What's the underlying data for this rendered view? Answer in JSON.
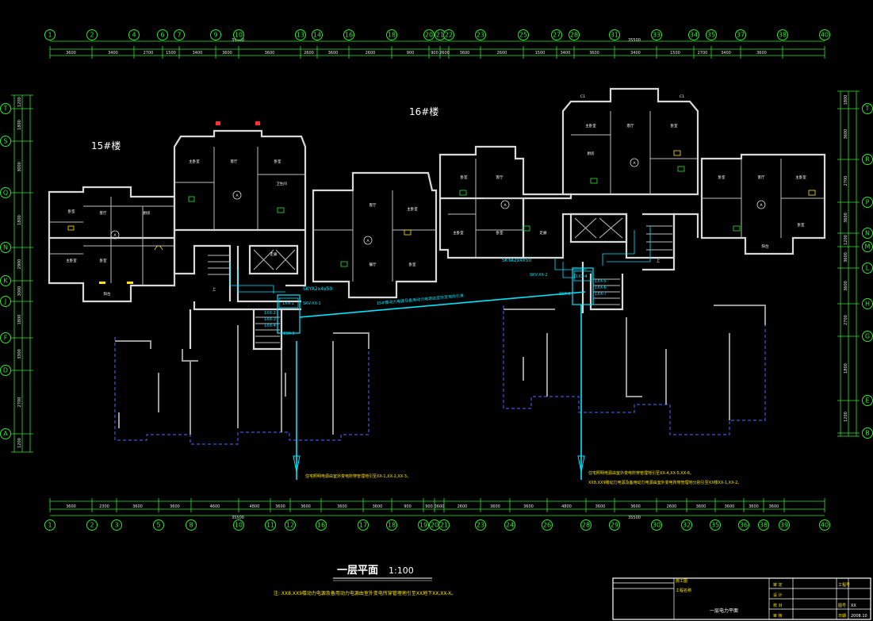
{
  "labels": {
    "bldg15": "15#楼",
    "bldg16": "16#楼",
    "main_title": "一层平面",
    "scale": "1:100",
    "note": "注: XX8,XX9楼动力电源及备用动力电源由室外变电所穿管埋地引至XX地下XX,XX-X。",
    "feeder_15": "15#楼动力电源及备用动力电源由室外变电所引来",
    "feeder_15_left": "住宅照明电源由室外变电所穿管埋地引至XX-1,XX-2,XX-3。",
    "feeder_16_a": "住宅照明电源由室外变电所穿管埋地引至XX-4,XX-5,XX-6。",
    "feeder_16_b": "XX8,XX9楼动力电源及备用动力电源由室外变电所穿管埋地分别引至XX楼XX-1,XX-2。",
    "total_dim_top_1": "35500",
    "total_dim_top_2": "35500",
    "total_dim_bot_1": "35500",
    "total_dim_bot_2": "35500",
    "cable_15": "SKYA2x4x50",
    "cable_16": "SKYA2x4x50",
    "box_15": [
      "1XX-1",
      "1XX-2",
      "1XX-3",
      "1XX-4"
    ],
    "box_16": [
      "1XX-4",
      "1XX-5",
      "1XX-6",
      "1XX-7"
    ],
    "panel_15": "1SX-1",
    "panel_16": "1SX-2",
    "rise_15": "SKV-XX-1",
    "rise_16": "SKV-XX-2",
    "room_living": "客厅",
    "room_bed": "卧室",
    "room_master": "主卧室",
    "room_kitchen": "厨房",
    "room_dining": "餐厅",
    "room_bath": "卫生间",
    "room_balcony": "阳台",
    "room_hall": "走廊",
    "mark_A": "A",
    "stair_up": "上",
    "c1": "C1"
  },
  "title_block": {
    "r1": [
      "审 定",
      "",
      ""
    ],
    "r2": [
      "设 计",
      "工程号",
      ""
    ],
    "r3": [
      "校 对",
      "图号",
      "XX"
    ],
    "r4": [
      "审 核",
      "日期",
      "2008.10"
    ],
    "drawing_name": "一层电力平面",
    "left_1": "施工图",
    "left_2": "工程名称"
  },
  "grid_top": [
    "1",
    "2",
    "4",
    "6",
    "7",
    "9",
    "10",
    "13",
    "14",
    "16",
    "18",
    "20",
    "21",
    "22",
    "23",
    "25",
    "27",
    "28",
    "31",
    "33",
    "34",
    "35",
    "37",
    "38",
    "40"
  ],
  "grid_bottom": [
    "1",
    "2",
    "3",
    "5",
    "8",
    "10",
    "11",
    "12",
    "16",
    "17",
    "18",
    "19",
    "20",
    "21",
    "23",
    "24",
    "26",
    "28",
    "29",
    "30",
    "32",
    "35",
    "36",
    "38",
    "39",
    "40"
  ],
  "grid_left": [
    "T",
    "S",
    "Q",
    "N",
    "K",
    "J",
    "F",
    "D",
    "A"
  ],
  "grid_right": [
    "T",
    "R",
    "P",
    "N",
    "M",
    "L",
    "H",
    "G",
    "E",
    "B"
  ],
  "dims_top": [
    "3600",
    "3400",
    "2700",
    "1500",
    "3400",
    "3600",
    "3600",
    "2600",
    "3600",
    "2600",
    "900",
    "900",
    "2600",
    "3600",
    "2600",
    "1500",
    "3400",
    "3600",
    "3400",
    "1500",
    "2700",
    "3400",
    "3600"
  ],
  "dims_bottom": [
    "3600",
    "2300",
    "3600",
    "3600",
    "4600",
    "4800",
    "3600",
    "3600",
    "3600",
    "3600",
    "900",
    "900",
    "3600",
    "2600",
    "3600",
    "3600",
    "4800",
    "3600",
    "3600",
    "2600",
    "3600",
    "3600",
    "3600",
    "3600"
  ],
  "dims_left": [
    "1200",
    "1800",
    "3000",
    "1800",
    "2900",
    "3000",
    "1800",
    "3300",
    "2700",
    "1200"
  ],
  "dims_right": [
    "1800",
    "3600",
    "2700",
    "3600",
    "1200",
    "3600",
    "3600",
    "2700",
    "1800",
    "1200"
  ]
}
